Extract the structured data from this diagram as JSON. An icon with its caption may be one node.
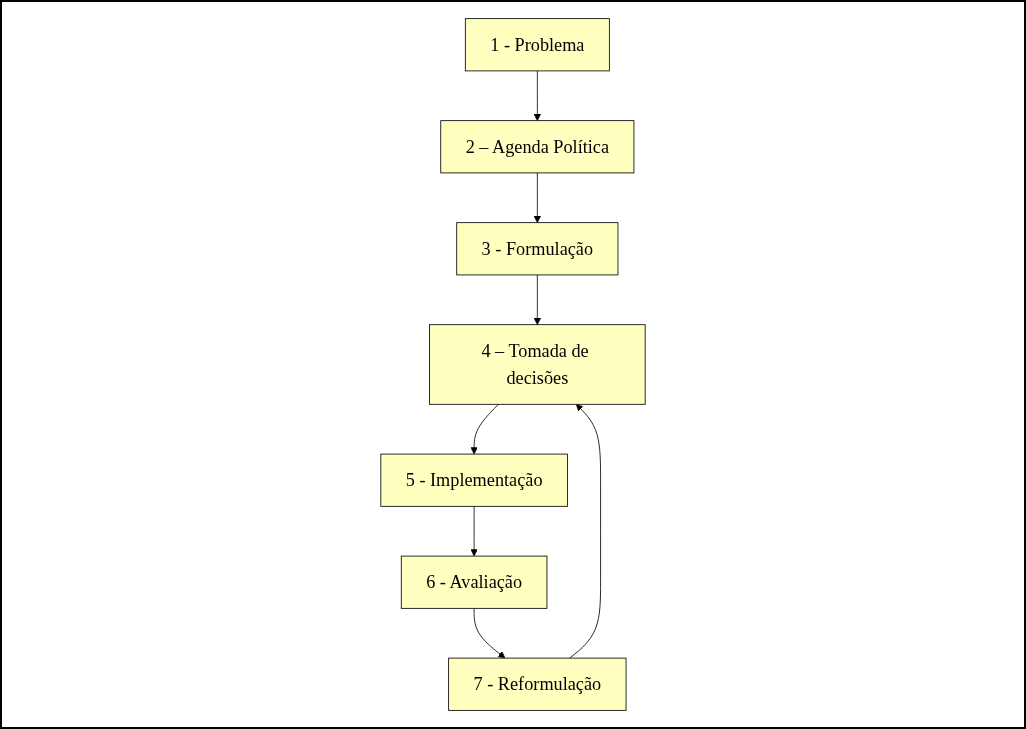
{
  "diagram": {
    "nodes": [
      {
        "text": [
          "1 - Problema"
        ]
      },
      {
        "text": [
          "2 – Agenda Política"
        ]
      },
      {
        "text": [
          "3 - Formulação"
        ]
      },
      {
        "text": [
          "4 – Tomada de decisões"
        ]
      },
      {
        "text": [
          "5 - Implementação"
        ]
      },
      {
        "text": [
          "6 - Avaliação"
        ]
      },
      {
        "text": [
          "7 - Reformulação"
        ]
      }
    ],
    "edges": [
      {
        "from": 0,
        "to": 1,
        "arrow": "to"
      },
      {
        "from": 1,
        "to": 2,
        "arrow": "to"
      },
      {
        "from": 2,
        "to": 3,
        "arrow": "to"
      },
      {
        "from": 3,
        "to": 4,
        "arrow": "to"
      },
      {
        "from": 4,
        "to": 5,
        "arrow": "to"
      },
      {
        "from": 5,
        "to": 6,
        "arrow": "to"
      },
      {
        "from": 6,
        "to": 3,
        "arrow": "to"
      }
    ]
  }
}
